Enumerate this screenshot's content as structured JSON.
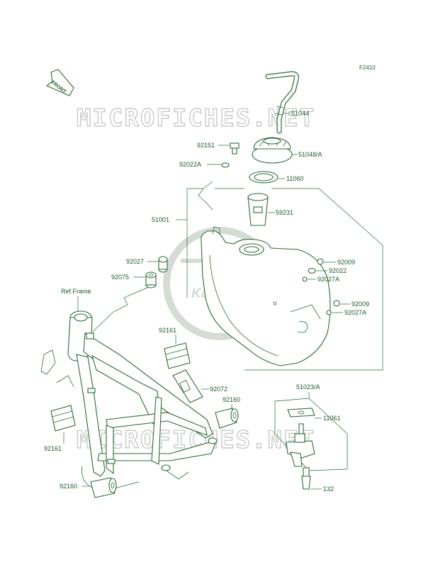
{
  "figure_code": "F2410",
  "watermark_text": "MICROFICHES.NET",
  "logo_text": "Kawasaki",
  "front_label": "FRONT",
  "ref_frame_label": "Ref.Frame",
  "colors": {
    "line": "#2c6b38",
    "text": "#1f5a2c",
    "watermark": "#c8ccc8"
  },
  "parts": {
    "p51044": "51044",
    "p92151": "92151",
    "p51048A": "51048/A",
    "p92022A": "92022A",
    "p11060": "11060",
    "p59231": "59231",
    "p51001": "51001",
    "p92009a": "92009",
    "p92022": "92022",
    "p92027Aa": "92027A",
    "p92027": "92027",
    "p92075": "92075",
    "p92009b": "92009",
    "p92027Ab": "92027A",
    "p92161a": "92161",
    "p92072": "92072",
    "p92160a": "92160",
    "p51023A": "51023/A",
    "p11061": "11061",
    "p92161b": "92161",
    "p92160b": "92160",
    "p132": "132"
  }
}
